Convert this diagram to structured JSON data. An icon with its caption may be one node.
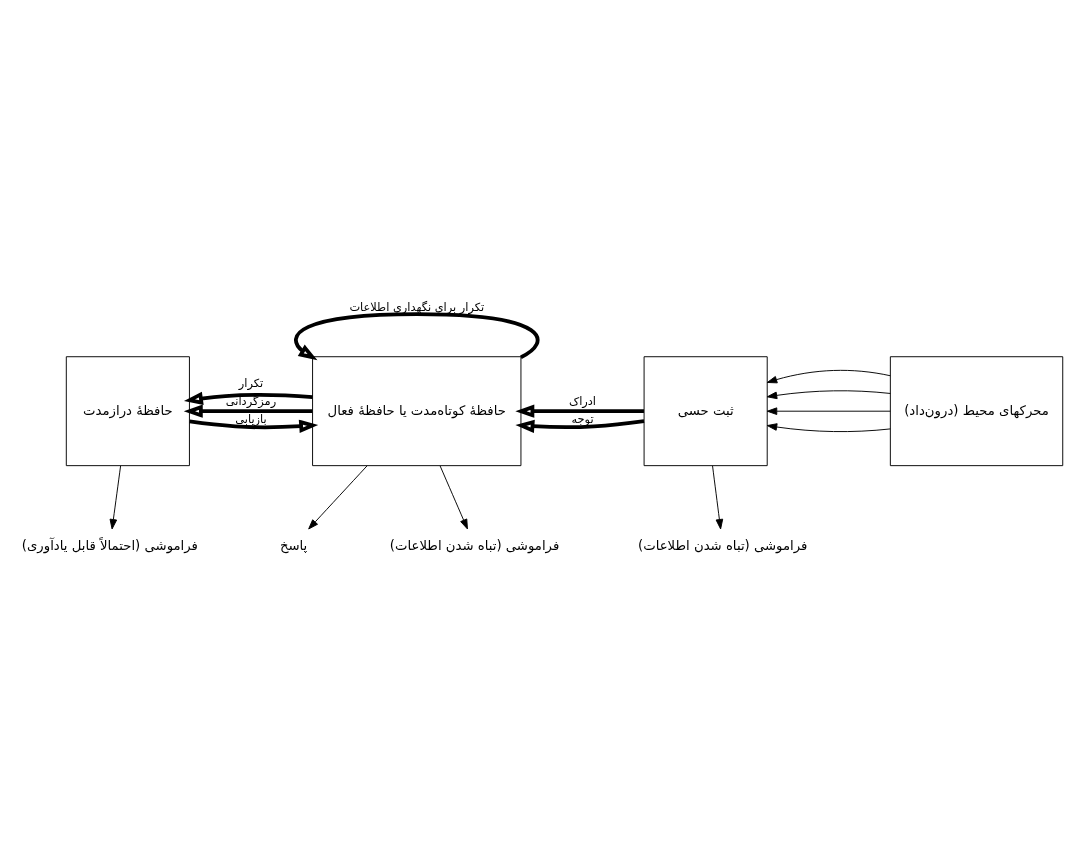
{
  "diagram": {
    "nodes": [
      {
        "text": [
          "حافظهٔ درازمدت"
        ]
      },
      {
        "text": [
          "حافظهٔ کوتاه‌مدت یا حافظهٔ فعال"
        ]
      },
      {
        "text": [
          "ثبت حسی"
        ]
      },
      {
        "text": [
          "محرکهای محیط (درون‌داد)"
        ]
      },
      {
        "text": [
          "فراموشی (احتمالاً قابل یادآوری)"
        ]
      },
      {
        "text": [
          "پاسخ"
        ]
      },
      {
        "text": [
          "فراموشی (تباه شدن اطلاعات)"
        ]
      },
      {
        "text": [
          "فراموشی (تباه شدن اطلاعات)"
        ]
      }
    ],
    "edges": [
      {
        "from": 3,
        "to": 2,
        "arrow": "to"
      },
      {
        "from": 3,
        "to": 2,
        "arrow": "to"
      },
      {
        "from": 3,
        "to": 2,
        "arrow": "to"
      },
      {
        "from": 3,
        "to": 2,
        "arrow": "to"
      },
      {
        "from": 2,
        "to": 1,
        "arrow": "to",
        "label": "توجه",
        "style": "thick"
      },
      {
        "from": 2,
        "to": 1,
        "arrow": "to",
        "label": "ادراک",
        "style": "thick"
      },
      {
        "from": 1,
        "to": 0,
        "arrow": "to",
        "label": "تکرار",
        "style": "thick"
      },
      {
        "from": 1,
        "to": 0,
        "arrow": "to",
        "label": "رمزگردانی",
        "style": "thick"
      },
      {
        "from": 0,
        "to": 1,
        "arrow": "to",
        "label": "بازیابی",
        "style": "thick"
      },
      {
        "from": 1,
        "to": 1,
        "arrow": "to",
        "label": "تکرار برای نگهداری اطلاعات",
        "style": "thick"
      },
      {
        "from": 0,
        "to": 4,
        "arrow": "to"
      },
      {
        "from": 1,
        "to": 5,
        "arrow": "to"
      },
      {
        "from": 1,
        "to": 6,
        "arrow": "to"
      },
      {
        "from": 2,
        "to": 7,
        "arrow": "to"
      }
    ]
  }
}
